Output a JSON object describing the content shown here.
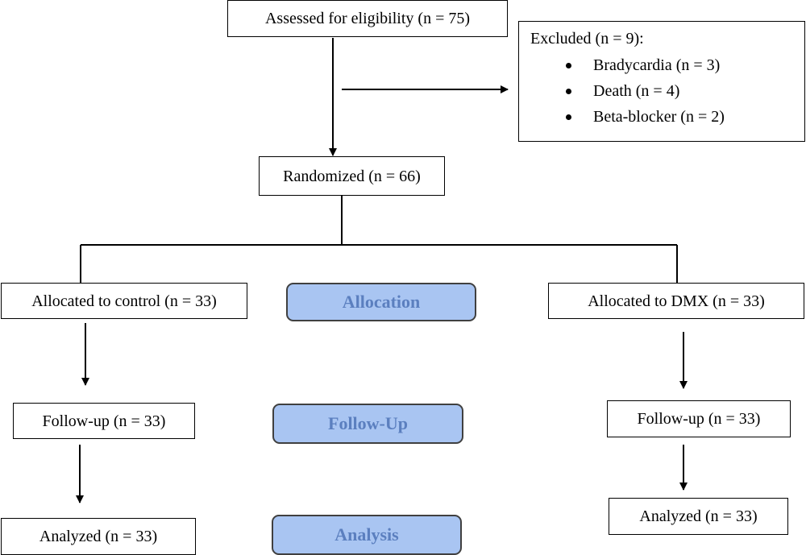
{
  "colors": {
    "stage_fill": "#a9c5f2",
    "stage_text": "#5b7fbf",
    "line": "#000000"
  },
  "boxes": {
    "assessed": "Assessed for eligibility (n = 75)",
    "excluded": {
      "title": "Excluded (n = 9):",
      "items": [
        "Bradycardia (n = 3)",
        "Death (n = 4)",
        "Beta-blocker (n = 2)"
      ]
    },
    "randomized": "Randomized (n = 66)",
    "allocated_control": "Allocated to control (n = 33)",
    "allocated_dmx": "Allocated to DMX (n = 33)",
    "followup_control": "Follow-up (n = 33)",
    "followup_dmx": "Follow-up (n = 33)",
    "analyzed_control": "Analyzed (n = 33)",
    "analyzed_dmx": "Analyzed (n = 33)"
  },
  "stages": {
    "allocation": "Allocation",
    "followup": "Follow-Up",
    "analysis": "Analysis"
  }
}
